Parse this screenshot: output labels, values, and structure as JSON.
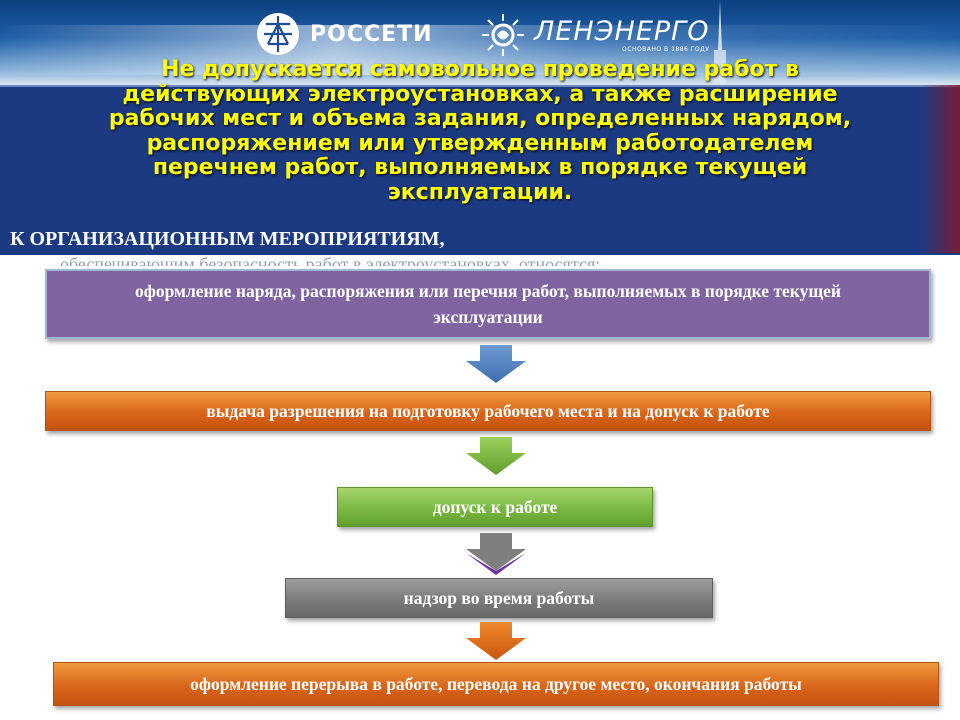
{
  "header": {
    "logo_rosseti": "РОССЕТИ",
    "logo_lenenergo": "ЛЕНЭНЕРГО",
    "logo_lenenergo_sub": "ОСНОВАНО В 1886 ГОДУ"
  },
  "banner": {
    "warning": "Не допускается самовольное проведение работ в\nдействующих электроустановках, а также расширение\nрабочих мест и объема задания, определенных нарядом,\nраспоряжением или утвержденным работодателем\nперечнем работ, выполняемых в порядке текущей\nэксплуатации.",
    "subtitle": "К ОРГАНИЗАЦИОННЫМ МЕРОПРИЯТИЯМ,",
    "ghost_text": "обеспечивающим безопасность работ в электроустановках, относятся:",
    "colors": {
      "background": "#1c3a82",
      "warning_text": "#ffff00"
    }
  },
  "flow": {
    "steps": [
      {
        "label": "оформление наряда, распоряжения или перечня работ, выполняемых в порядке текущей эксплуатации",
        "color": "#8064a2"
      },
      {
        "label": "выдача разрешения на подготовку рабочего места и на допуск к работе",
        "color": "#d9651a"
      },
      {
        "label": "допуск к работе",
        "color": "#7ab842"
      },
      {
        "label": "надзор во время работы",
        "color": "#7b7b7b"
      },
      {
        "label": "оформление перерыва в работе, перевода на другое место, окончания работы",
        "color": "#d9651a"
      }
    ],
    "arrows": [
      {
        "icon": "down-arrow-icon",
        "color": "#4f81bd"
      },
      {
        "icon": "down-arrow-icon",
        "color": "#7ab842"
      },
      {
        "icon": "down-arrow-icon",
        "color": "#7b7b7b",
        "accent": "#7030a0"
      },
      {
        "icon": "down-arrow-icon",
        "color": "#e46c0a"
      }
    ]
  }
}
